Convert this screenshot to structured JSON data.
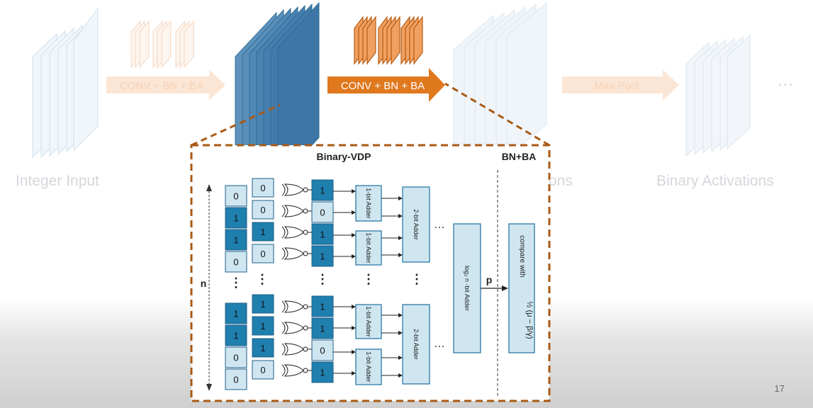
{
  "top_flow": {
    "input_label": "Integer Input",
    "arrow1_label": "CONV + BN + BA",
    "arrow2_label": "CONV + BN + BA",
    "hidden_label_fragment": "ons",
    "arrow3_label": "Max-Pool",
    "output_label": "Binary Activations",
    "ellipsis": "..."
  },
  "detail": {
    "section1_title": "Binary-VDP",
    "section2_title": "BN+BA",
    "n_label": "n",
    "p_label": "p",
    "adder1_label": "1-bit Adder",
    "adder2_label": "2-bit Adder",
    "adder_log_label": "log₂ n -bit Adder",
    "compare_label": "compare with",
    "compare_formula": "½ (μ − β/γ)",
    "col_a_top": [
      "0",
      "1",
      "1",
      "0"
    ],
    "col_b_top": [
      "0",
      "0",
      "1",
      "0"
    ],
    "col_c_top": [
      "1",
      "0",
      "1",
      "1"
    ],
    "col_a_bot": [
      "1",
      "1",
      "0",
      "0"
    ],
    "col_b_bot": [
      "1",
      "1",
      "1",
      "0"
    ],
    "col_c_bot": [
      "1",
      "1",
      "0",
      "1"
    ],
    "vdots": "⋮",
    "hdots": "…"
  },
  "page_number": "17",
  "colors": {
    "accent_orange": "#E0781E",
    "dark_blue": "#1F7FAE",
    "light_blue": "#CFE6F1",
    "mid_blue": "#5B9CC2"
  }
}
